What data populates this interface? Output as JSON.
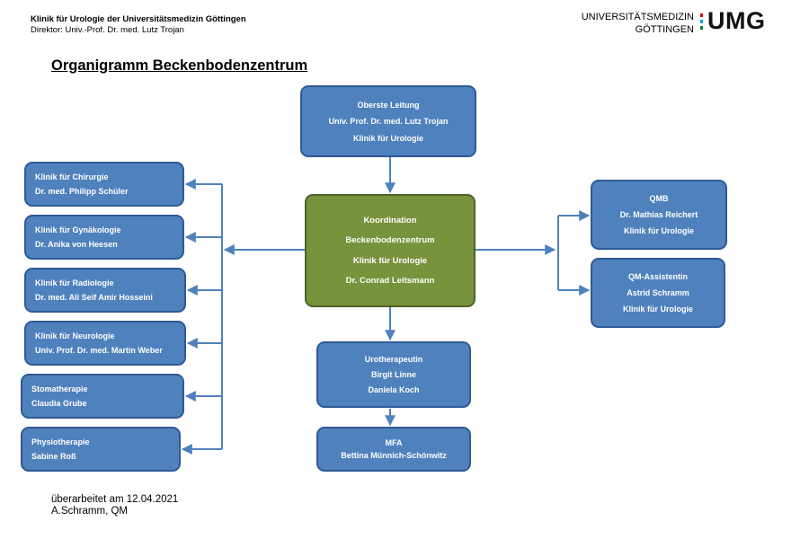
{
  "header": {
    "clinic": "Klinik für Urologie der Universitätsmedizin Göttingen",
    "director": "Direktor: Univ.-Prof. Dr. med. Lutz Trojan",
    "logo_line1": "UNIVERSITÄTSMEDIZIN",
    "logo_line2": "GÖTTINGEN",
    "logo_mark": "UMG"
  },
  "title": "Organigramm Beckenbodenzentrum",
  "boxes": {
    "top": [
      "Oberste Leitung",
      "Univ. Prof. Dr. med. Lutz Trojan",
      "Klinik für Urologie"
    ],
    "coord": [
      "Koordination",
      "Beckenbodenzentrum",
      "Klinik für Urologie",
      "Dr. Conrad Leitsmann"
    ],
    "left": [
      [
        "Klinik für Chirurgie",
        "Dr. med. Philipp Schüler"
      ],
      [
        "Klinik für Gynäkologie",
        "Dr. Anika von Heesen"
      ],
      [
        "Klinik für Radiologie",
        "Dr. med. Ali Seif Amir Hosseini"
      ],
      [
        "Klinik für Neurologie",
        "Univ. Prof. Dr. med. Martin Weber"
      ],
      [
        "Stomatherapie",
        "Claudia Grube"
      ],
      [
        "Physiotherapie",
        "Sabine Roß"
      ]
    ],
    "right": [
      [
        "QMB",
        "Dr. Mathias Reichert",
        "Klinik für Urologie"
      ],
      [
        "QM-Assistentin",
        "Astrid Schramm",
        "Klinik für Urologie"
      ]
    ],
    "uro": [
      "Urotherapeutin",
      "Birgit Linne",
      "Daniela Koch"
    ],
    "mfa": [
      "MFA",
      "Bettina Münnich-Schönwitz"
    ]
  },
  "footer": {
    "revised": "überarbeitet am 12.04.2021",
    "author": "A.Schramm, QM"
  },
  "colors": {
    "box_blue": "#4f81bd",
    "box_green": "#77933c",
    "connector": "#4f81bd"
  }
}
